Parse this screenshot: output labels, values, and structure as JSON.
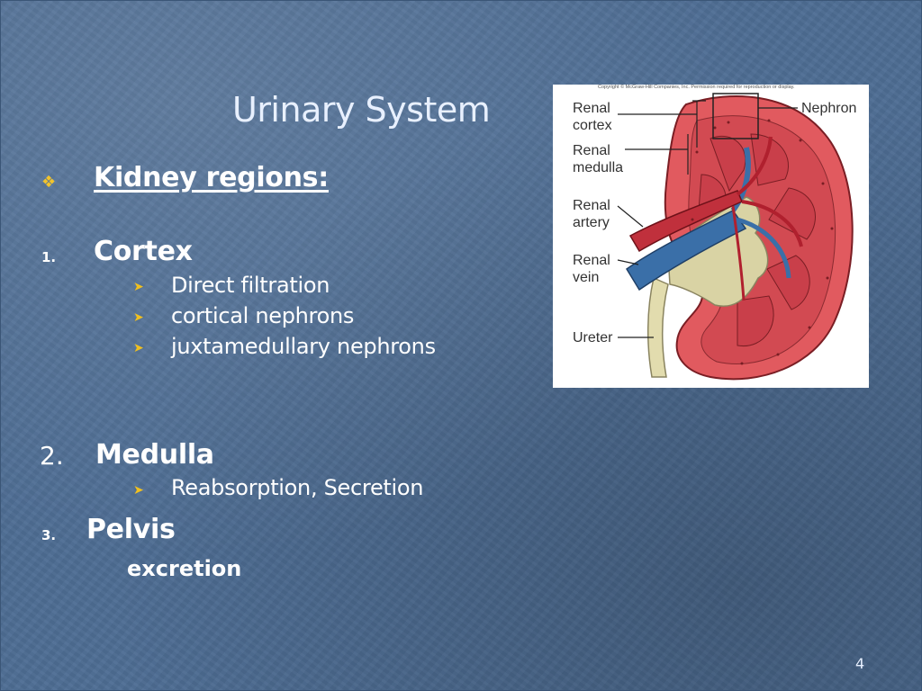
{
  "slide": {
    "title": "Urinary System",
    "heading": "Kidney regions:",
    "items": [
      {
        "number": "1.",
        "title": "Cortex",
        "subs": [
          "Direct filtration",
          "cortical nephrons",
          "juxtamedullary nephrons"
        ]
      },
      {
        "number": "2.",
        "title": "Medulla",
        "subs": [
          "Reabsorption, Secretion"
        ]
      },
      {
        "number": "3.",
        "title": "Pelvis",
        "note": "excretion"
      }
    ],
    "page_number": "4"
  },
  "figure": {
    "copyright": "Copyright © McGraw-Hill Companies, Inc. Permission required for reproduction or display.",
    "labels": {
      "cortex": "Renal\ncortex",
      "medulla": "Renal\nmedulla",
      "artery": "Renal\nartery",
      "vein": "Renal\nvein",
      "ureter": "Ureter",
      "nephron": "Nephron"
    }
  },
  "icons": {
    "heading_bullet": "diamond-bullet-icon",
    "sub_bullet": "arrow-bullet-icon"
  },
  "colors": {
    "background": "#4e6d94",
    "bullet_accent": "#f2c42c",
    "title_text": "#e8f0ff"
  }
}
